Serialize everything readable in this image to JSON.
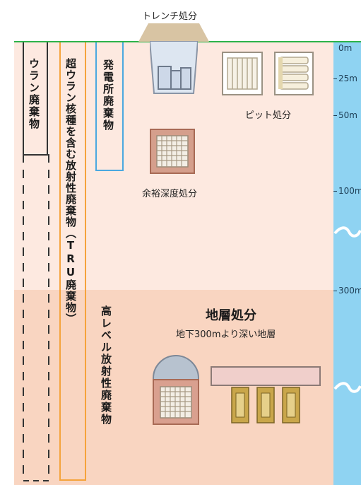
{
  "top_label": "トレンチ処分",
  "columns": {
    "uranium": "ウラン廃棄物",
    "tru": "超ウラン核種を含む放射性廃棄物（TRU廃棄物）",
    "power_plant": "発電所廃棄物",
    "high_level": "高レベル放射性廃棄物"
  },
  "facilities": {
    "pit": "ピット処分",
    "intermediate": "余裕深度処分",
    "geological_title": "地層処分",
    "geological_sub": "地下300mより深い地層"
  },
  "depths": [
    "0m",
    "25m",
    "50m",
    "100m",
    "300m"
  ],
  "colors": {
    "shallow_zone": "#fde9e0",
    "deep_zone": "#f9d5c1",
    "water": "#8fd3f2",
    "ground_line": "#2db34a",
    "uranium_box": "#333333",
    "tru_box": "#f5a33c",
    "power_box": "#4aa8e0"
  }
}
